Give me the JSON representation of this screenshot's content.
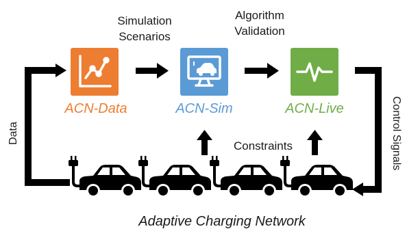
{
  "stages": [
    {
      "name": "ACN-Data",
      "color": "#ED7D31",
      "icon": "line-chart-icon"
    },
    {
      "name": "ACN-Sim",
      "color": "#5B9BD5",
      "icon": "monitor-car-icon"
    },
    {
      "name": "ACN-Live",
      "color": "#70AD47",
      "icon": "pulse-icon"
    }
  ],
  "labels": {
    "simulation_1": "Simulation",
    "simulation_2": "Scenarios",
    "algorithm_1": "Algorithm",
    "algorithm_2": "Validation",
    "data": "Data",
    "control_signals": "Control Signals",
    "constraints": "Constraints",
    "network": "Adaptive Charging Network"
  },
  "cars": [
    {
      "icon": "ev-charging-car-icon"
    },
    {
      "icon": "ev-charging-car-icon"
    },
    {
      "icon": "ev-charging-car-icon"
    },
    {
      "icon": "ev-charging-car-icon"
    }
  ]
}
